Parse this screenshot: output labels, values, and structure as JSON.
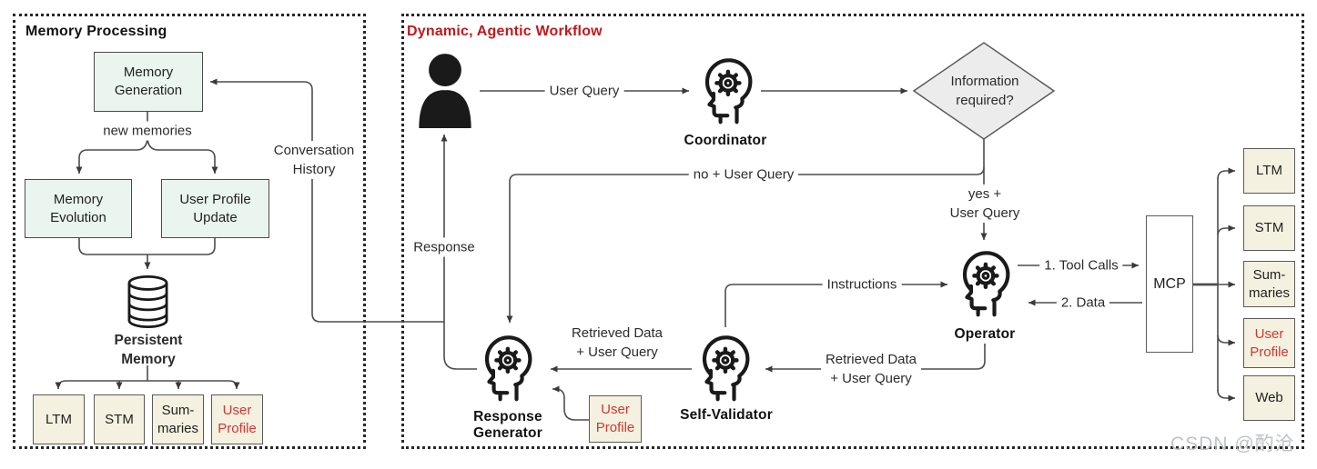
{
  "memory_panel": {
    "title": "Memory Processing",
    "nodes": {
      "memory_generation": "Memory\nGeneration",
      "memory_evolution": "Memory\nEvolution",
      "user_profile_update": "User Profile\nUpdate",
      "persistent_memory": "Persistent\nMemory"
    },
    "edge_labels": {
      "new_memories": "new memories",
      "conversation_history": "Conversation\nHistory"
    },
    "stores": [
      {
        "label": "LTM",
        "highlight": false
      },
      {
        "label": "STM",
        "highlight": false
      },
      {
        "label": "Sum-\nmaries",
        "highlight": false
      },
      {
        "label": "User\nProfile",
        "highlight": true
      }
    ]
  },
  "workflow_panel": {
    "title": "Dynamic, Agentic Workflow",
    "agents": {
      "coordinator": "Coordinator",
      "operator": "Operator",
      "self_validator": "Self-Validator",
      "response_generator": "Response\nGenerator"
    },
    "decision": "Information\nrequired?",
    "mcp": "MCP",
    "user_profile_box": "User\nProfile",
    "edge_labels": {
      "user_query": "User Query",
      "no_user_query": "no + User Query",
      "yes_user_query": "yes +\nUser Query",
      "tool_calls": "1. Tool Calls",
      "data": "2. Data",
      "instructions": "Instructions",
      "retrieved_data_to_generator": "Retrieved Data\n+ User Query",
      "retrieved_data_to_validator": "Retrieved Data\n+ User Query",
      "response": "Response"
    },
    "mcp_stores": [
      {
        "label": "LTM",
        "highlight": false
      },
      {
        "label": "STM",
        "highlight": false
      },
      {
        "label": "Sum-\nmaries",
        "highlight": false
      },
      {
        "label": "User\nProfile",
        "highlight": true
      },
      {
        "label": "Web",
        "highlight": false
      }
    ]
  },
  "watermark": "CSDN @酌沧",
  "colors": {
    "red_title": "#c2191c",
    "red_text": "#d63531",
    "mint_fill": "#eaf5f0",
    "beige_fill": "#f4f1e0",
    "diamond_fill": "#ececec",
    "line": "#4d4d4d"
  }
}
